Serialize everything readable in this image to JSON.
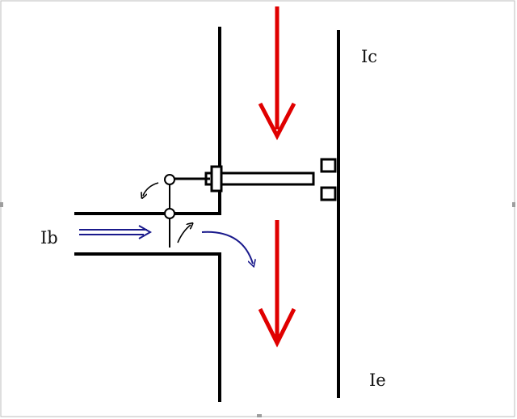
{
  "labels": {
    "collector_current": "Ic",
    "base_current": "Ib",
    "emitter_current": "Ie"
  },
  "colors": {
    "background": "#ffffff",
    "structure": "#000000",
    "main_current_arrow": "#e00000",
    "base_current_arrow": "#1a1a8c",
    "border": "#bdbdbd"
  }
}
